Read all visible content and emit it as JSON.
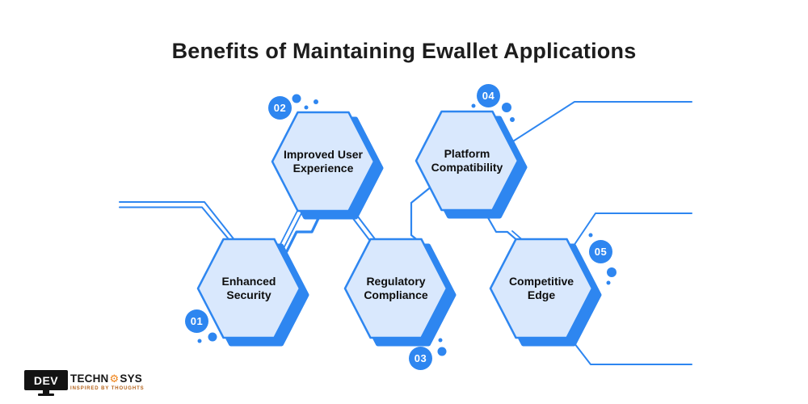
{
  "title": "Benefits of Maintaining Ewallet Applications",
  "colors": {
    "accent": "#2e86f0",
    "hex_fill": "#d9e8fd",
    "title_text": "#1d1d1d",
    "badge_text": "#ffffff"
  },
  "benefits": [
    {
      "number": "01",
      "label": "Enhanced Security"
    },
    {
      "number": "02",
      "label": "Improved User Experience"
    },
    {
      "number": "03",
      "label": "Regulatory Compliance"
    },
    {
      "number": "04",
      "label": "Platform Compatibility"
    },
    {
      "number": "05",
      "label": "Competitive Edge"
    }
  ],
  "logo": {
    "monitor_text": "DEV",
    "name_part1": "TECHN",
    "name_part2": "SYS",
    "gear_icon": "gear-icon",
    "tagline": "INSPIRED BY THOUGHTS"
  }
}
